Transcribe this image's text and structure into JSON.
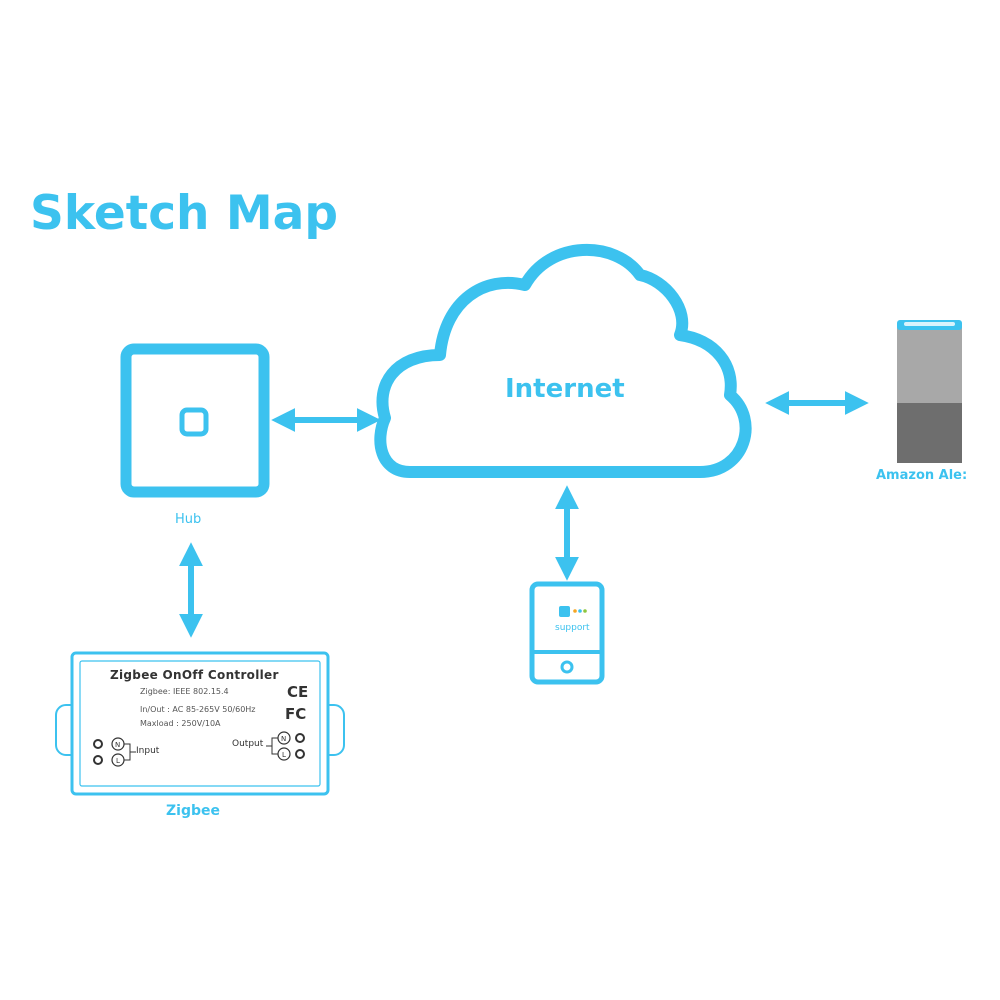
{
  "title": "Sketch Map",
  "nodes": {
    "internet": "Internet",
    "hub": "Hub",
    "alexa": "Amazon Ale:",
    "zigbee": "Zigbee",
    "phone_app": "support"
  },
  "device": {
    "title": "Zigbee OnOff Controller",
    "spec_protocol": "Zigbee: IEEE 802.15.4",
    "spec_inout": "In/Out : AC 85-265V 50/60Hz",
    "spec_maxload": "Maxload : 250V/10A",
    "ce_mark": "CE",
    "fcc_mark": "FC",
    "input_label": "Input",
    "output_label": "Output",
    "terminal_n": "N",
    "terminal_l": "L"
  },
  "colors": {
    "accent": "#3cc2ef",
    "speaker_top": "#a8a8a8",
    "speaker_bottom": "#6e6e6e"
  }
}
